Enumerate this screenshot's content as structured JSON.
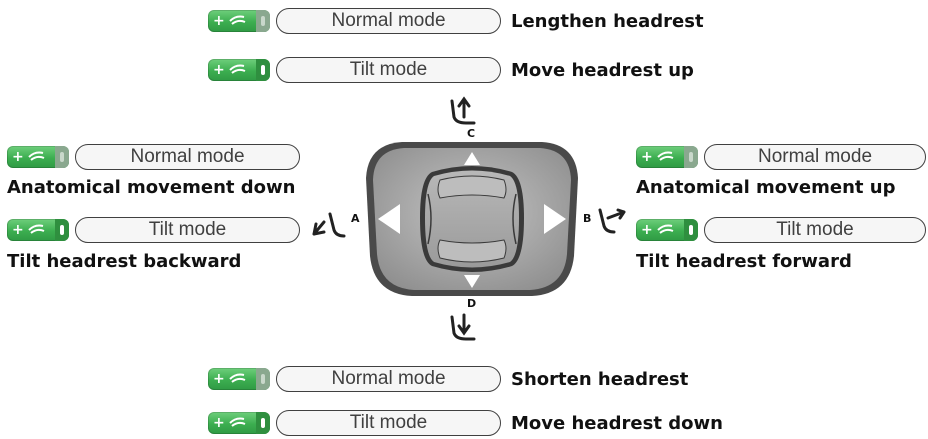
{
  "top": {
    "row1": {
      "mode": "Normal mode",
      "label": "Lengthen headrest"
    },
    "row2": {
      "mode": "Tilt mode",
      "label": "Move headrest up"
    },
    "direction": "C"
  },
  "left": {
    "row1": {
      "mode": "Normal mode",
      "label": "Anatomical movement down"
    },
    "row2": {
      "mode": "Tilt mode",
      "label": "Tilt headrest backward"
    },
    "direction": "A"
  },
  "right": {
    "row1": {
      "mode": "Normal mode",
      "label": "Anatomical movement up"
    },
    "row2": {
      "mode": "Tilt mode",
      "label": "Tilt headrest forward"
    },
    "direction": "B"
  },
  "bottom": {
    "row1": {
      "mode": "Normal mode",
      "label": "Shorten headrest"
    },
    "row2": {
      "mode": "Tilt mode",
      "label": "Move headrest down"
    },
    "direction": "D"
  },
  "colors": {
    "badge_green": "#3cae50",
    "pill_border": "#404040",
    "joystick_gray": "#a9a9a9"
  },
  "icons": {
    "badge": "seat-adjust-icon",
    "directional": "seat-headrest-icon"
  }
}
